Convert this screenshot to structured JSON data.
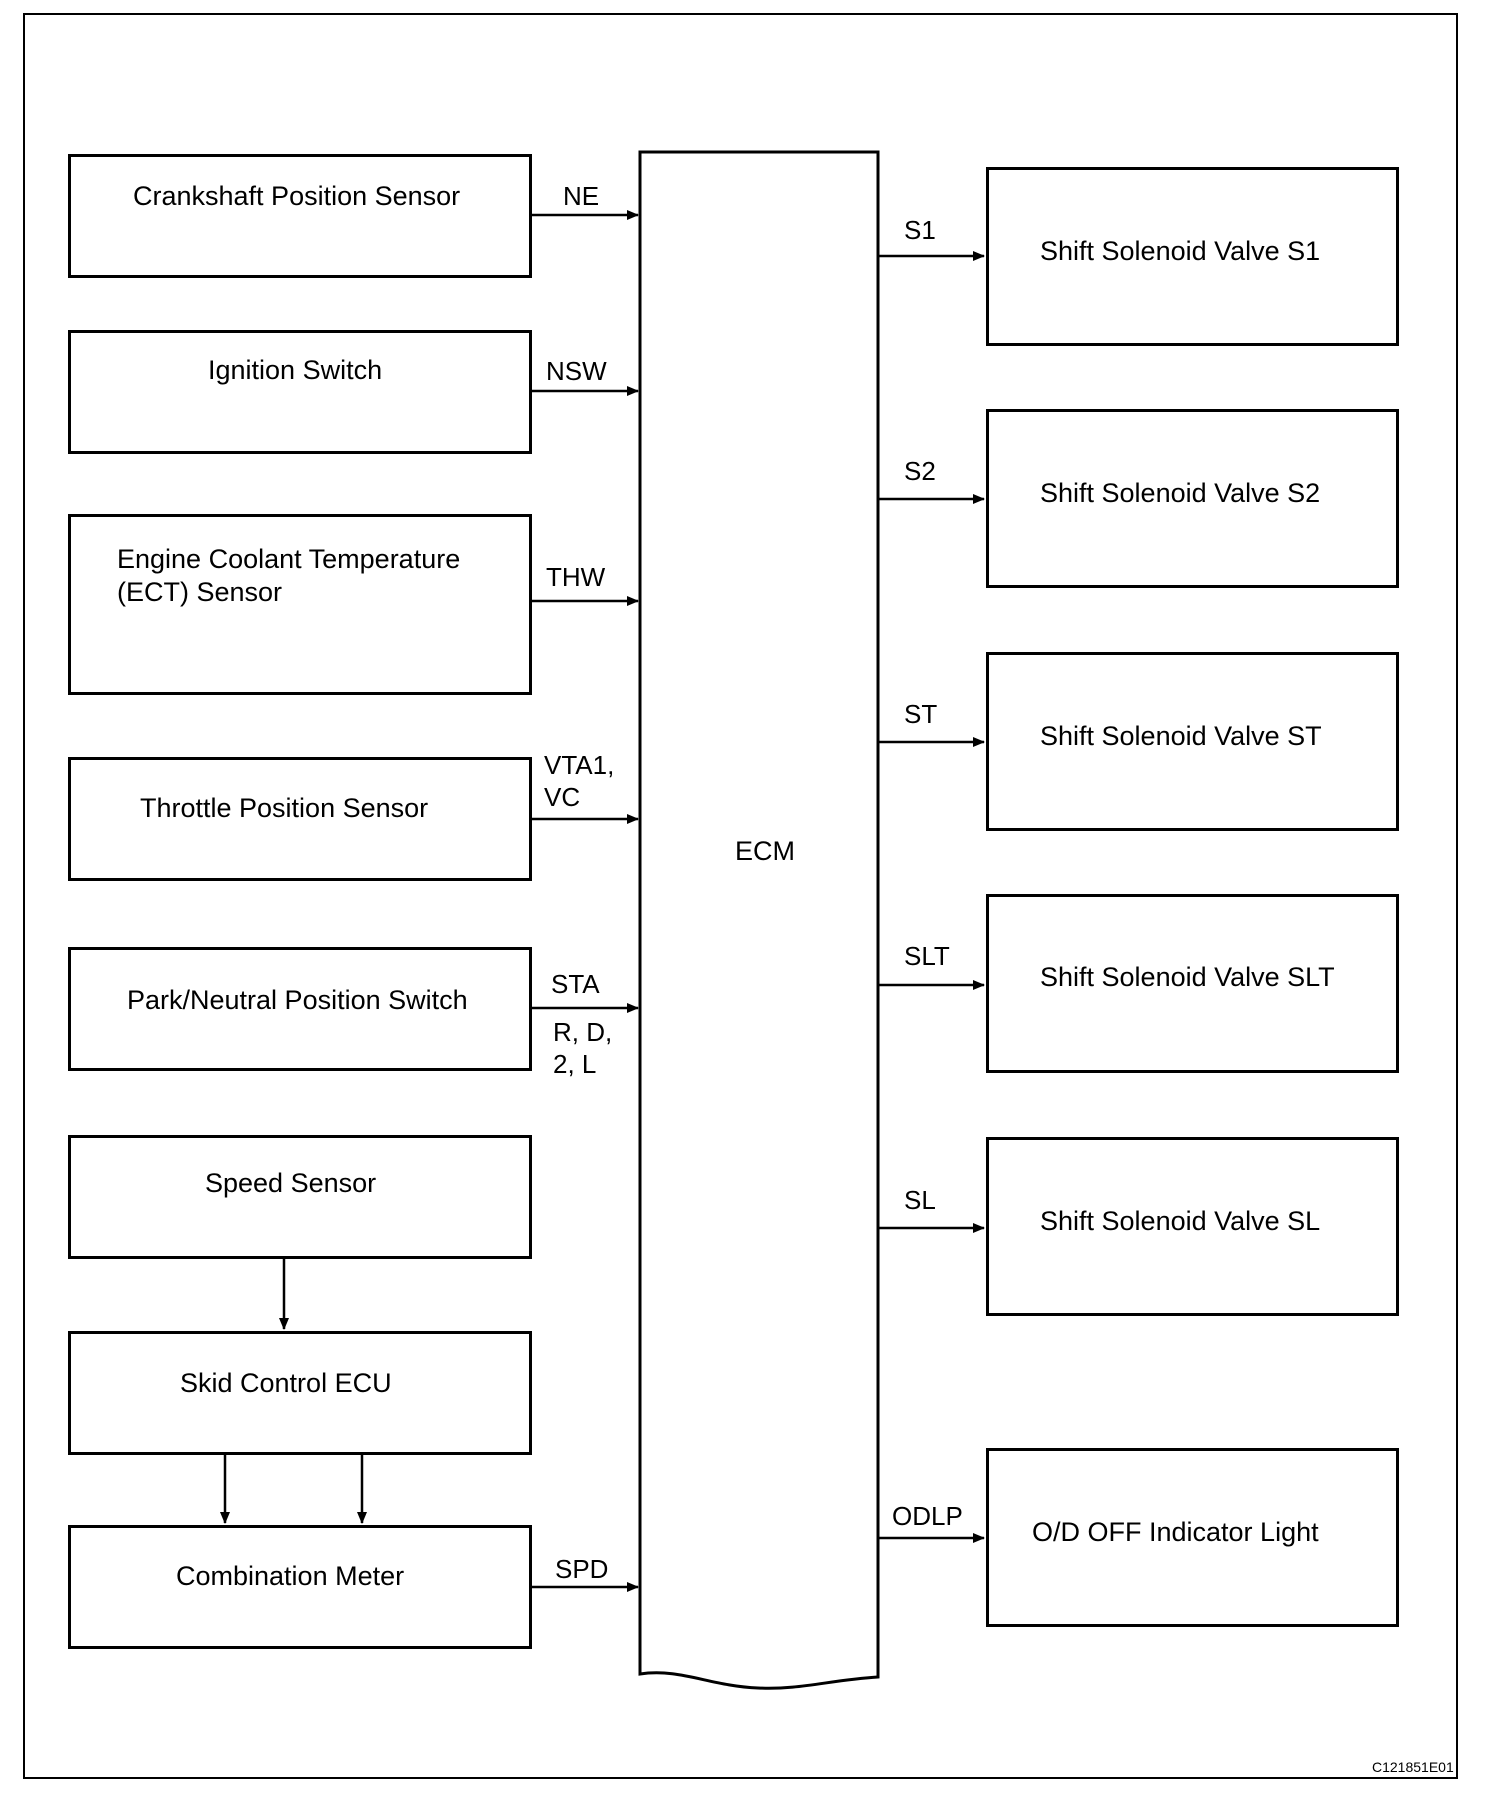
{
  "ecm": {
    "label": "ECM"
  },
  "inputs": [
    {
      "label": "Crankshaft Position Sensor",
      "signal": "NE"
    },
    {
      "label": "Ignition Switch",
      "signal": "NSW"
    },
    {
      "label_line1": "Engine Coolant Temperature",
      "label_line2": "(ECT) Sensor",
      "signal": "THW"
    },
    {
      "label": "Throttle Position Sensor",
      "signal_line1": "VTA1,",
      "signal_line2": "VC"
    },
    {
      "label": "Park/Neutral Position Switch",
      "signal": "STA",
      "signal_line2": "R, D,",
      "signal_line3": "2, L"
    },
    {
      "label": "Speed Sensor"
    },
    {
      "label": "Skid Control ECU"
    },
    {
      "label": "Combination Meter",
      "signal": "SPD"
    }
  ],
  "outputs": [
    {
      "label": "Shift Solenoid Valve S1",
      "signal": "S1"
    },
    {
      "label": "Shift Solenoid Valve S2",
      "signal": "S2"
    },
    {
      "label": "Shift Solenoid Valve ST",
      "signal": "ST"
    },
    {
      "label": "Shift Solenoid Valve SLT",
      "signal": "SLT"
    },
    {
      "label": "Shift Solenoid Valve SL",
      "signal": "SL"
    },
    {
      "label": "O/D OFF Indicator Light",
      "signal": "ODLP"
    }
  ],
  "figure_code": "C121851E01"
}
